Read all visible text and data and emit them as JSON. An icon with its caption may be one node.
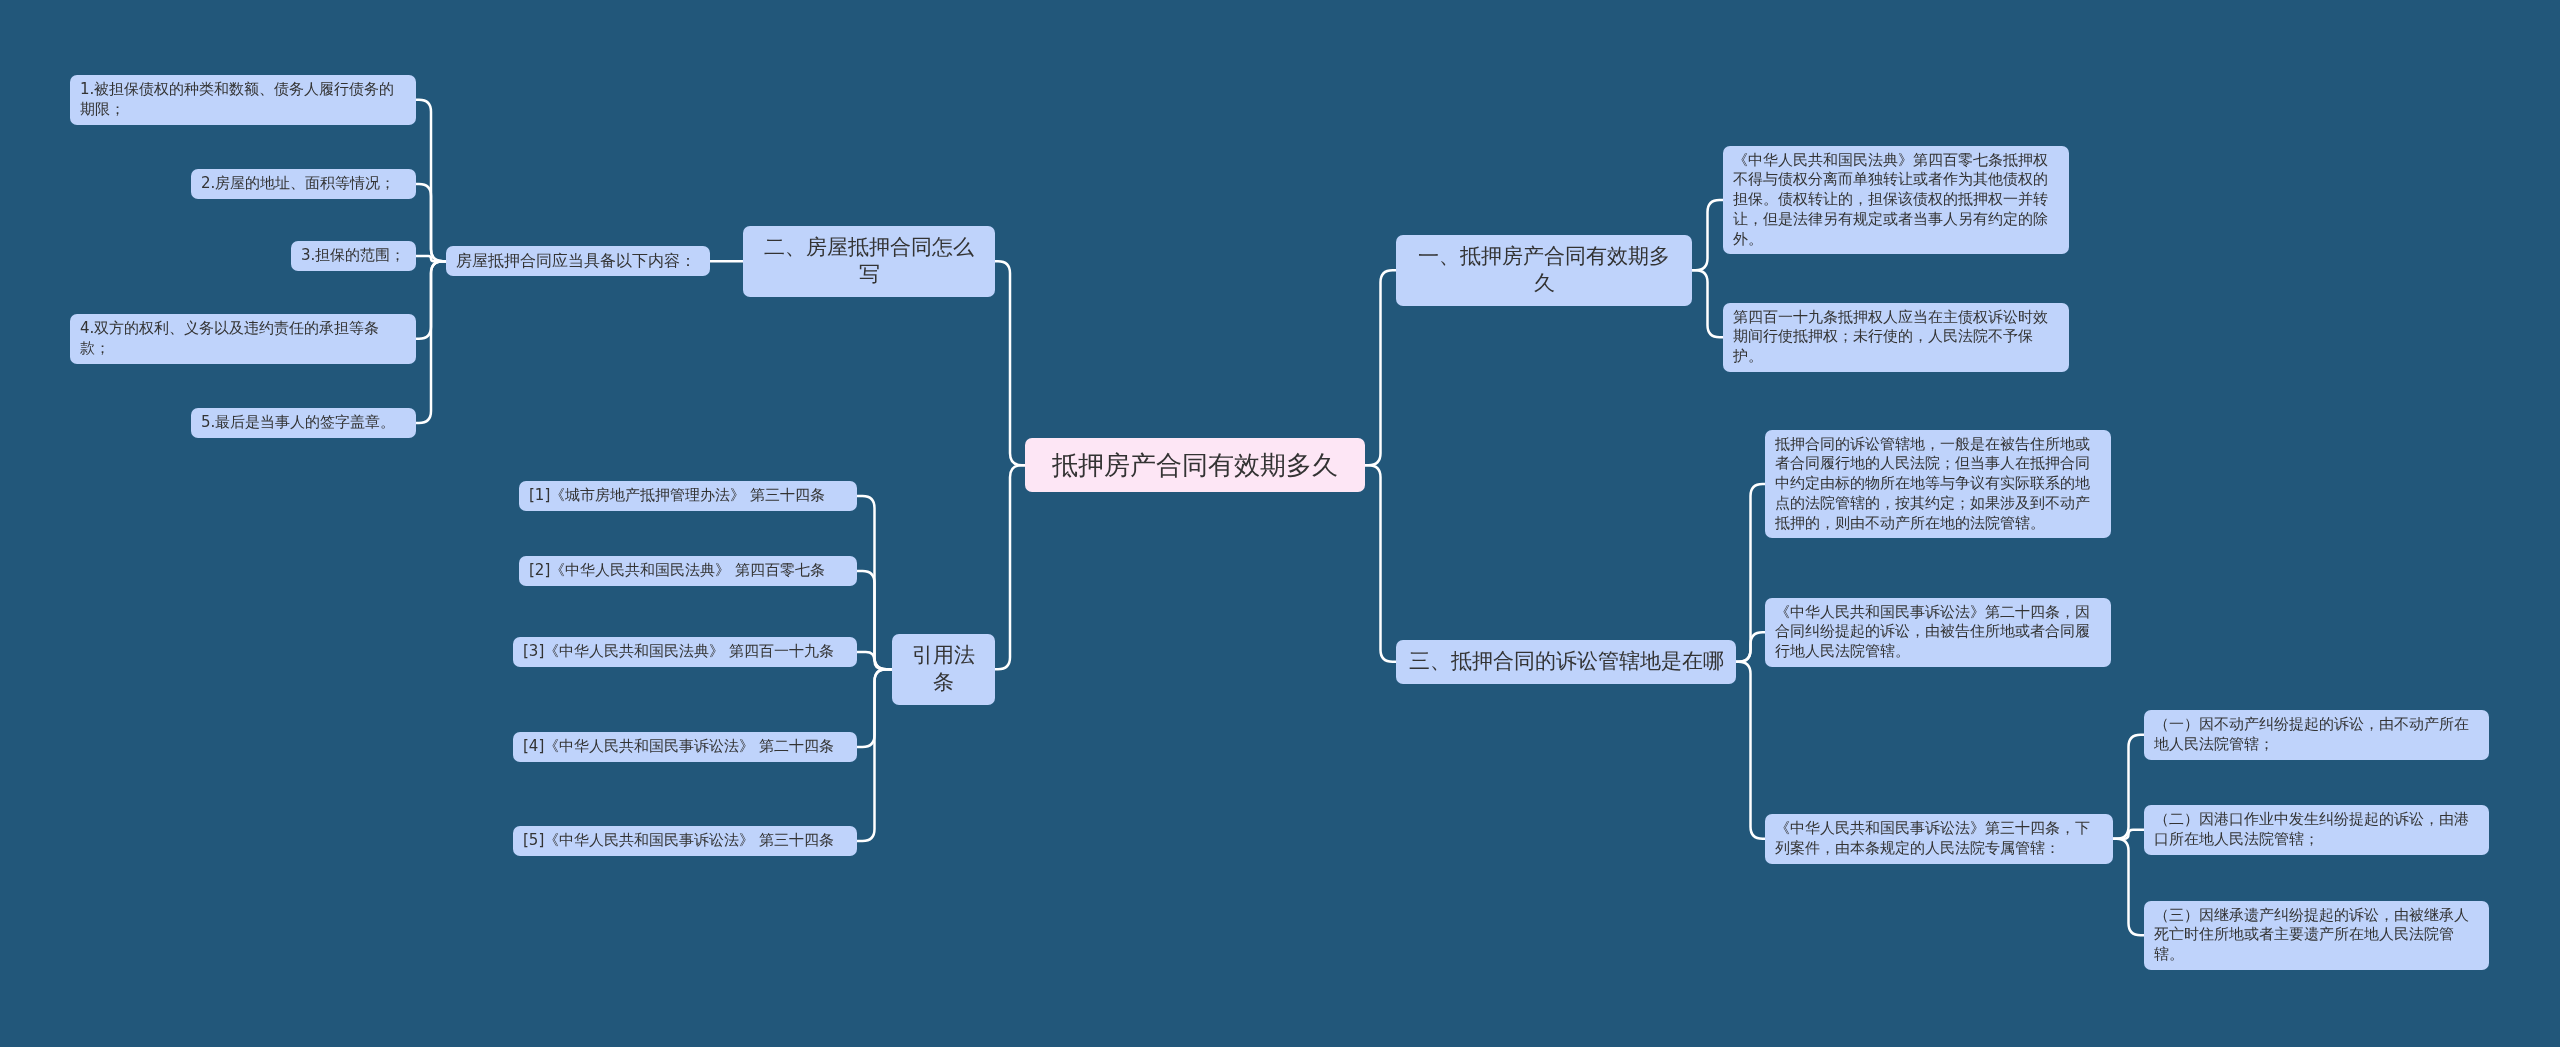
{
  "diagram": {
    "nodes": [
      {
        "text": [
          "抵押房产合同有效期多久"
        ]
      },
      {
        "text": [
          "一、抵押房产合同有效期多久"
        ]
      },
      {
        "text": [
          "《中华人民共和国民法典》第四百零七条抵押权不得与债权分离而单独转让或者作为其他债权的担保。债权转让的，担保该债权的抵押权一并转让，但是法律另有规定或者当事人另有约定的除外。"
        ]
      },
      {
        "text": [
          "第四百一十九条抵押权人应当在主债权诉讼时效期间行使抵押权；未行使的，人民法院不予保护。"
        ]
      },
      {
        "text": [
          "二、房屋抵押合同怎么写"
        ]
      },
      {
        "text": [
          "房屋抵押合同应当具备以下内容："
        ]
      },
      {
        "text": [
          "1.被担保债权的种类和数额、债务人履行债务的期限；"
        ]
      },
      {
        "text": [
          "2.房屋的地址、面积等情况；"
        ]
      },
      {
        "text": [
          "3.担保的范围；"
        ]
      },
      {
        "text": [
          "4.双方的权利、义务以及违约责任的承担等条款；"
        ]
      },
      {
        "text": [
          "5.最后是当事人的签字盖章。"
        ]
      },
      {
        "text": [
          "三、抵押合同的诉讼管辖地是在哪"
        ]
      },
      {
        "text": [
          "抵押合同的诉讼管辖地，一般是在被告住所地或者合同履行地的人民法院；但当事人在抵押合同中约定由标的物所在地等与争议有实际联系的地点的法院管辖的，按其约定；如果涉及到不动产抵押的，则由不动产所在地的法院管辖。"
        ]
      },
      {
        "text": [
          "《中华人民共和国民事诉讼法》第二十四条，因合同纠纷提起的诉讼，由被告住所地或者合同履行地人民法院管辖。"
        ]
      },
      {
        "text": [
          "《中华人民共和国民事诉讼法》第三十四条，下列案件，由本条规定的人民法院专属管辖："
        ]
      },
      {
        "text": [
          "（一）因不动产纠纷提起的诉讼，由不动产所在地人民法院管辖；"
        ]
      },
      {
        "text": [
          "（二）因港口作业中发生纠纷提起的诉讼，由港口所在地人民法院管辖；"
        ]
      },
      {
        "text": [
          "（三）因继承遗产纠纷提起的诉讼，由被继承人死亡时住所地或者主要遗产所在地人民法院管辖。"
        ]
      },
      {
        "text": [
          "引用法条"
        ]
      },
      {
        "text": [
          "[1]《城市房地产抵押管理办法》 第三十四条"
        ]
      },
      {
        "text": [
          "[2]《中华人民共和国民法典》 第四百零七条"
        ]
      },
      {
        "text": [
          "[3]《中华人民共和国民法典》 第四百一十九条"
        ]
      },
      {
        "text": [
          "[4]《中华人民共和国民事诉讼法》 第二十四条"
        ]
      },
      {
        "text": [
          "[5]《中华人民共和国民事诉讼法》 第三十四条"
        ]
      }
    ],
    "edges": [
      {
        "from": 0,
        "to": 1,
        "arrow": "none"
      },
      {
        "from": 1,
        "to": 2,
        "arrow": "none"
      },
      {
        "from": 1,
        "to": 3,
        "arrow": "none"
      },
      {
        "from": 0,
        "to": 4,
        "arrow": "none"
      },
      {
        "from": 4,
        "to": 5,
        "arrow": "none"
      },
      {
        "from": 5,
        "to": 6,
        "arrow": "none"
      },
      {
        "from": 5,
        "to": 7,
        "arrow": "none"
      },
      {
        "from": 5,
        "to": 8,
        "arrow": "none"
      },
      {
        "from": 5,
        "to": 9,
        "arrow": "none"
      },
      {
        "from": 5,
        "to": 10,
        "arrow": "none"
      },
      {
        "from": 0,
        "to": 11,
        "arrow": "none"
      },
      {
        "from": 11,
        "to": 12,
        "arrow": "none"
      },
      {
        "from": 11,
        "to": 13,
        "arrow": "none"
      },
      {
        "from": 11,
        "to": 14,
        "arrow": "none"
      },
      {
        "from": 14,
        "to": 15,
        "arrow": "none"
      },
      {
        "from": 14,
        "to": 16,
        "arrow": "none"
      },
      {
        "from": 14,
        "to": 17,
        "arrow": "none"
      },
      {
        "from": 0,
        "to": 18,
        "arrow": "none"
      },
      {
        "from": 18,
        "to": 19,
        "arrow": "none"
      },
      {
        "from": 18,
        "to": 20,
        "arrow": "none"
      },
      {
        "from": 18,
        "to": 21,
        "arrow": "none"
      },
      {
        "from": 18,
        "to": 22,
        "arrow": "none"
      },
      {
        "from": 18,
        "to": 23,
        "arrow": "none"
      }
    ]
  }
}
